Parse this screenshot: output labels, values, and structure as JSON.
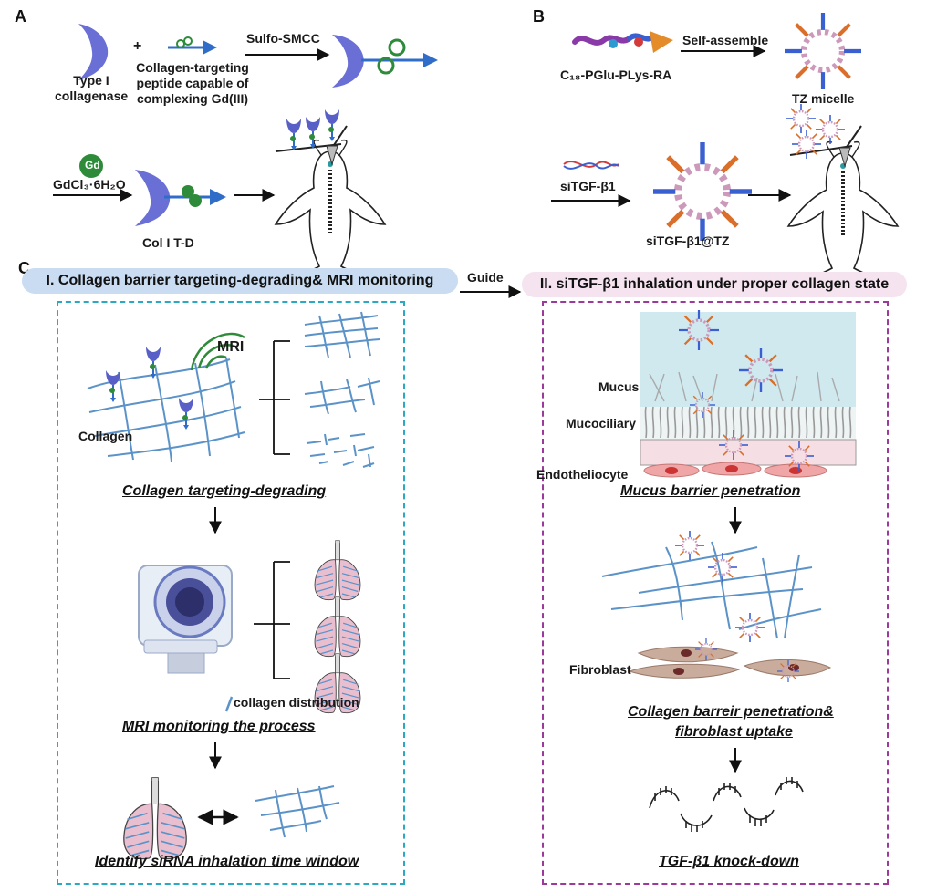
{
  "panels": {
    "a": "A",
    "b": "B",
    "c": "C"
  },
  "panel_a": {
    "collagenase": "Type I\ncollagenase",
    "plus": "+",
    "peptide": "Collagen-targeting\npeptide capable of\ncomplexing Gd(III)",
    "reagent": "Sulfo-SMCC",
    "gd_badge": "Gd",
    "gd_salt": "GdCl₃·6H₂O",
    "product": "Col I T-D"
  },
  "panel_b": {
    "polymer": "C₁₈-PGlu-PLys-RA",
    "assemble": "Self-assemble",
    "micelle": "TZ micelle",
    "sirna": "siTGF-β1",
    "complex": "siTGF-β1@TZ"
  },
  "panel_c": {
    "left_title": "I. Collagen barrier targeting-degrading& MRI monitoring",
    "guide": "Guide",
    "right_title": "II. siTGF-β1 inhalation under proper collagen state",
    "mri": "MRI",
    "collagen": "Collagen",
    "cap1": "Collagen targeting-degrading",
    "legend": "collagen distribution",
    "cap2": "MRI monitoring the process",
    "cap3": "Identify siRNA inhalation time window",
    "mucus": "Mucus",
    "mucociliary": "Mucociliary",
    "endothelio": "Endotheliocyte",
    "cap4": "Mucus barrier penetration",
    "fibroblast": "Fibroblast",
    "cap5_line1": "Collagen barreir penetration&",
    "cap5_line2": "fibroblast uptake",
    "cap6": "TGF-β1 knock-down"
  },
  "colors": {
    "enzyme": "#6a6fd6",
    "arrow_blue": "#2f6dc9",
    "gd_green": "#2e8b3a",
    "collagen": "#5b93c9",
    "left_dash": "#2aa9c2",
    "right_dash": "#9b3a9b",
    "left_pill": "#c9dcf2",
    "right_pill": "#f5e3f0",
    "mucus_bg": "#cfe9ee",
    "lung_pink": "#e9bfcf",
    "fibroblast": "#c9ac9c"
  }
}
